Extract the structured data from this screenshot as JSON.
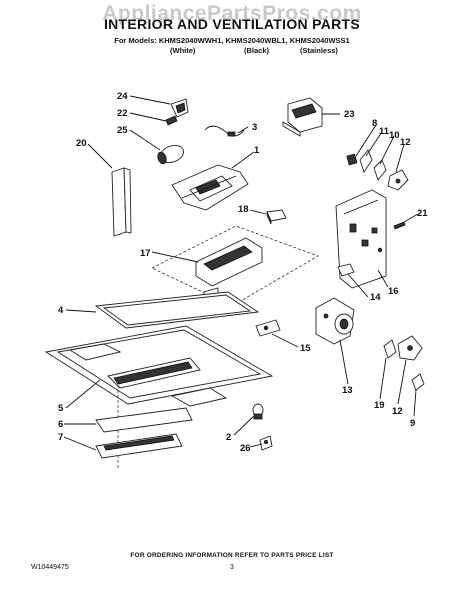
{
  "watermark": "AppliancePartsPros.com",
  "title": "INTERIOR AND VENTILATION PARTS",
  "models_line": "For Models: KHMS2040WWH1, KHMS2040WBL1, KHMS2040WSS1",
  "variants": [
    "(White)",
    "(Black)",
    "(Stainless)"
  ],
  "order_note": "FOR ORDERING INFORMATION REFER TO PARTS PRICE LIST",
  "doc_number": "W10449475",
  "page_number": "3",
  "callouts": [
    "24",
    "22",
    "25",
    "20",
    "3",
    "23",
    "8",
    "11",
    "10",
    "12",
    "1",
    "18",
    "21",
    "17",
    "14",
    "16",
    "4",
    "15",
    "5",
    "6",
    "7",
    "13",
    "2",
    "26",
    "19",
    "12",
    "9"
  ]
}
